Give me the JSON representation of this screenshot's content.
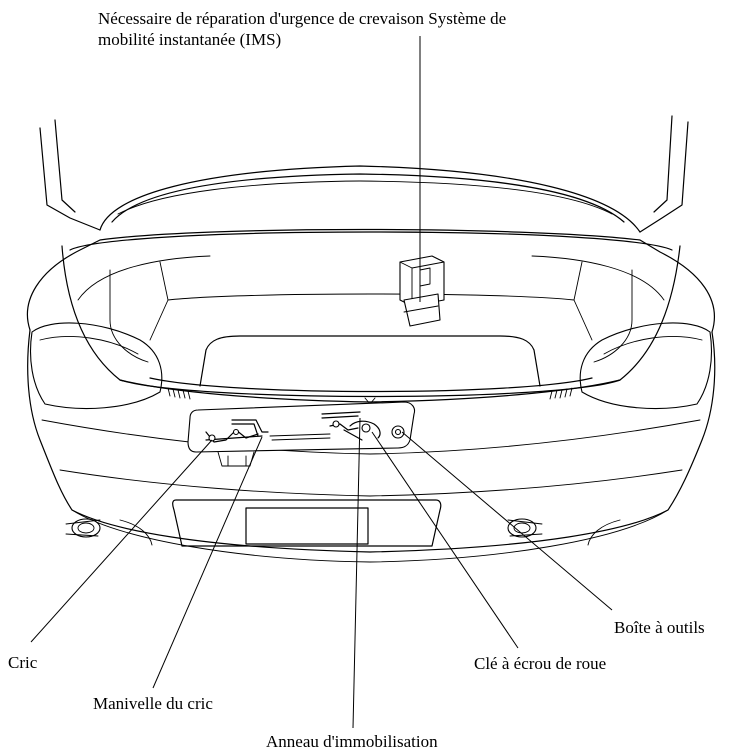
{
  "labels": {
    "ims_line1": "Nécessaire de réparation d'urgence de crevaison Système de",
    "ims_line2": "mobilité instantanée (IMS)",
    "cric": "Cric",
    "manivelle": "Manivelle du cric",
    "anneau": "Anneau d'immobilisation",
    "cle": "Clé à écrou de roue",
    "boite": "Boîte à outils"
  }
}
